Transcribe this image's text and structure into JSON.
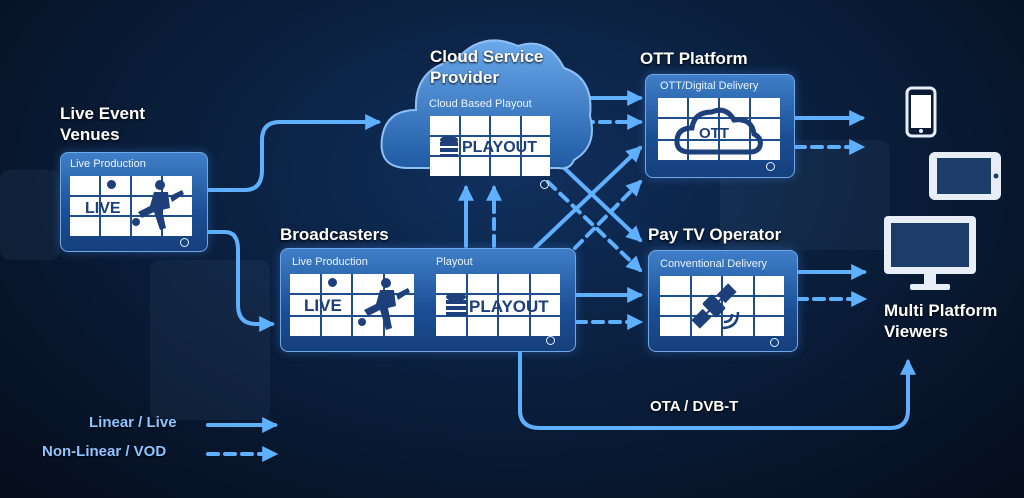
{
  "headings": {
    "live_event_venues": "Live Event\nVenues",
    "cloud_service_provider": "Cloud Service\nProvider",
    "ott_platform": "OTT Platform",
    "broadcasters": "Broadcasters",
    "pay_tv_operator": "Pay TV Operator",
    "multi_platform_viewers": "Multi Platform\nViewers"
  },
  "panels": {
    "venue_live_production": "Live Production",
    "cloud_playout": "Cloud Based Playout",
    "ott_delivery": "OTT/Digital Delivery",
    "broadcaster_live_production": "Live Production",
    "broadcaster_playout": "Playout",
    "conventional_delivery": "Conventional Delivery"
  },
  "overlays": {
    "live": "LIVE",
    "playout": "PLAYOUT",
    "ott": "OTT"
  },
  "links": {
    "ota": "OTA / DVB-T"
  },
  "legend": {
    "linear": "Linear / Live",
    "nonlinear": "Non-Linear / VOD"
  },
  "colors": {
    "arrow": "#5fb0ff",
    "panel": "#2a64ad",
    "background": "#0a1f3d"
  },
  "icons": {
    "phone": "smartphone-icon",
    "tablet": "tablet-icon",
    "monitor": "monitor-icon",
    "cloud": "cloud-icon",
    "satellite": "satellite-icon",
    "database": "database-icon",
    "player": "football-player-icon"
  }
}
